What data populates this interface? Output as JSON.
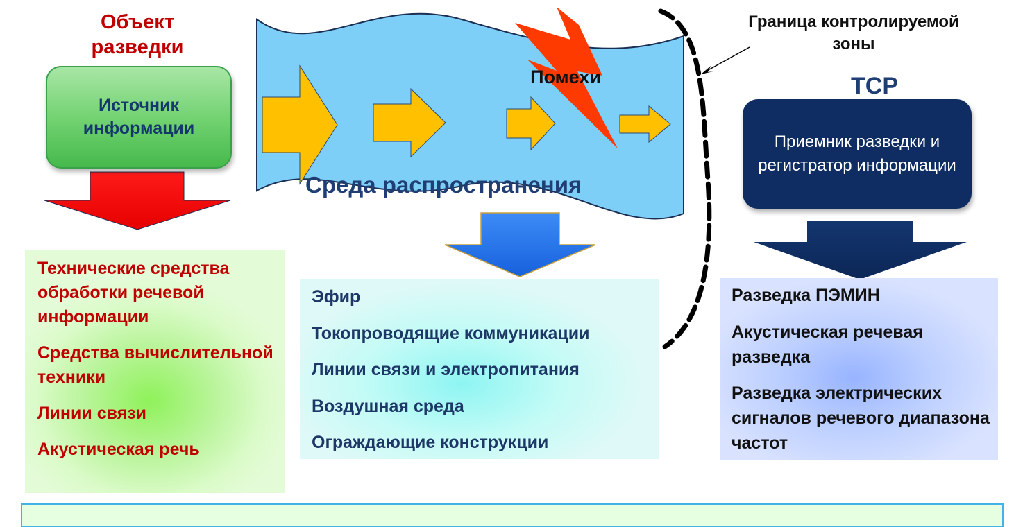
{
  "object": {
    "title": "Объект разведки",
    "source_label": "Источник информации"
  },
  "medium": {
    "label": "Среда распространения",
    "interference": "Помехи"
  },
  "border": {
    "label": "Граница контролируемой зоны"
  },
  "receiver": {
    "title": "ТСР",
    "label": "Приемник разведки и регистратор информации"
  },
  "left_items": [
    "Технические средства обработки речевой информации",
    "Средства вычислительной техники",
    "Линии связи",
    "Акустическая речь"
  ],
  "mid_items": [
    "Эфир",
    "Токопроводящие коммуникации",
    "Линии связи и электропитания",
    "Воздушная среда",
    "Ограждающие конструкции"
  ],
  "right_items": [
    "Разведка ПЭМИН",
    "Акустическая речевая разведка",
    "Разведка электрических сигналов речевого диапазона частот"
  ],
  "colors": {
    "source_green": "#5fc85f",
    "red_arrow": "#ff0000",
    "medium_blue": "#7ecff7",
    "yellow_arrow": "#ffc000",
    "lightning": "#ff3a00",
    "blue_arrow": "#2a78ef",
    "navy": "#0f2d62"
  }
}
